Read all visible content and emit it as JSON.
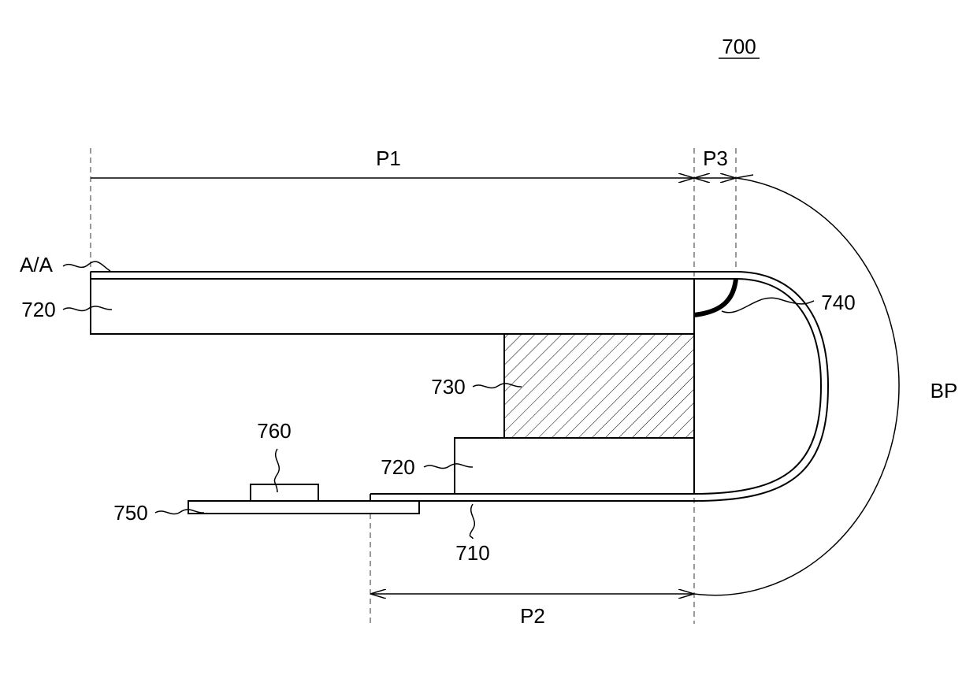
{
  "figure": {
    "number": "700",
    "labels": {
      "aa": "A/A",
      "layer_720_top": "720",
      "layer_720_bottom": "720",
      "block_730": "730",
      "bend_740": "740",
      "film_710": "710",
      "board_750": "750",
      "chip_760": "760",
      "bending_part": "BP",
      "p1": "P1",
      "p2": "P2",
      "p3": "P3"
    }
  }
}
